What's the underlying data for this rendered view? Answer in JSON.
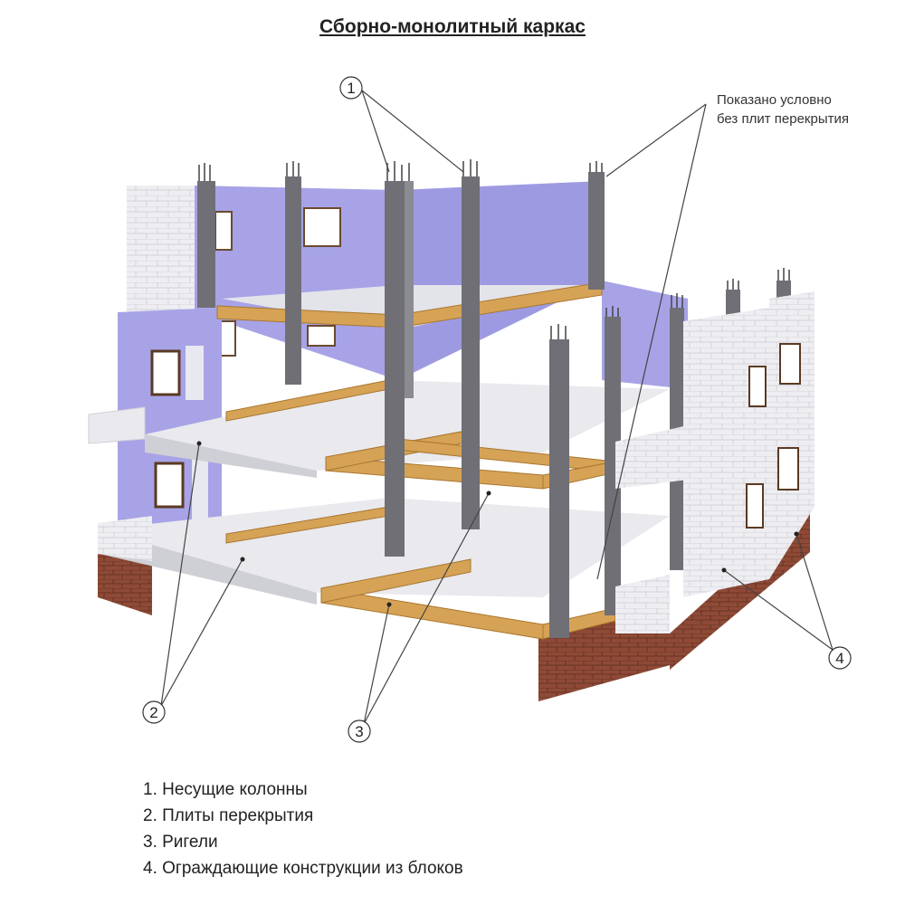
{
  "title": "Сборно-монолитный каркас",
  "note": [
    "Показано условно",
    "без плит перекрытия"
  ],
  "callouts": [
    "1",
    "2",
    "3",
    "4"
  ],
  "legend": [
    "1. Несущие колонны",
    "2. Плиты перекрытия",
    "3. Ригели",
    "4. Ограждающие конструкции из блоков"
  ],
  "colors": {
    "wall_lavender": "#a7a3e6",
    "wall_lavender_dark": "#8c87d6",
    "column_gray": "#6f6f75",
    "column_light": "#8b8b92",
    "beam_wood": "#d6a356",
    "beam_wood_dark": "#b8843c",
    "slab": "#e9e9ee",
    "slab_edge": "#cfcfd6",
    "block_white": "#eeeef2",
    "brick": "#8e4a36",
    "brick_dark": "#6e3525"
  }
}
